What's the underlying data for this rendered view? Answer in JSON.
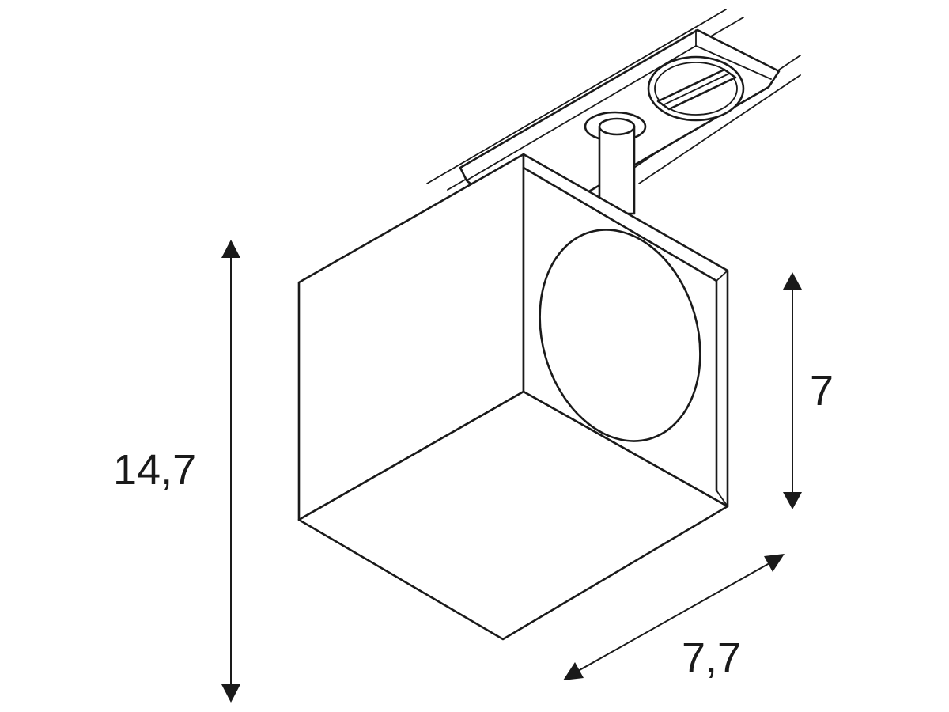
{
  "dimensions": {
    "total_height": "14,7",
    "head_height": "7",
    "head_width": "7,7"
  }
}
